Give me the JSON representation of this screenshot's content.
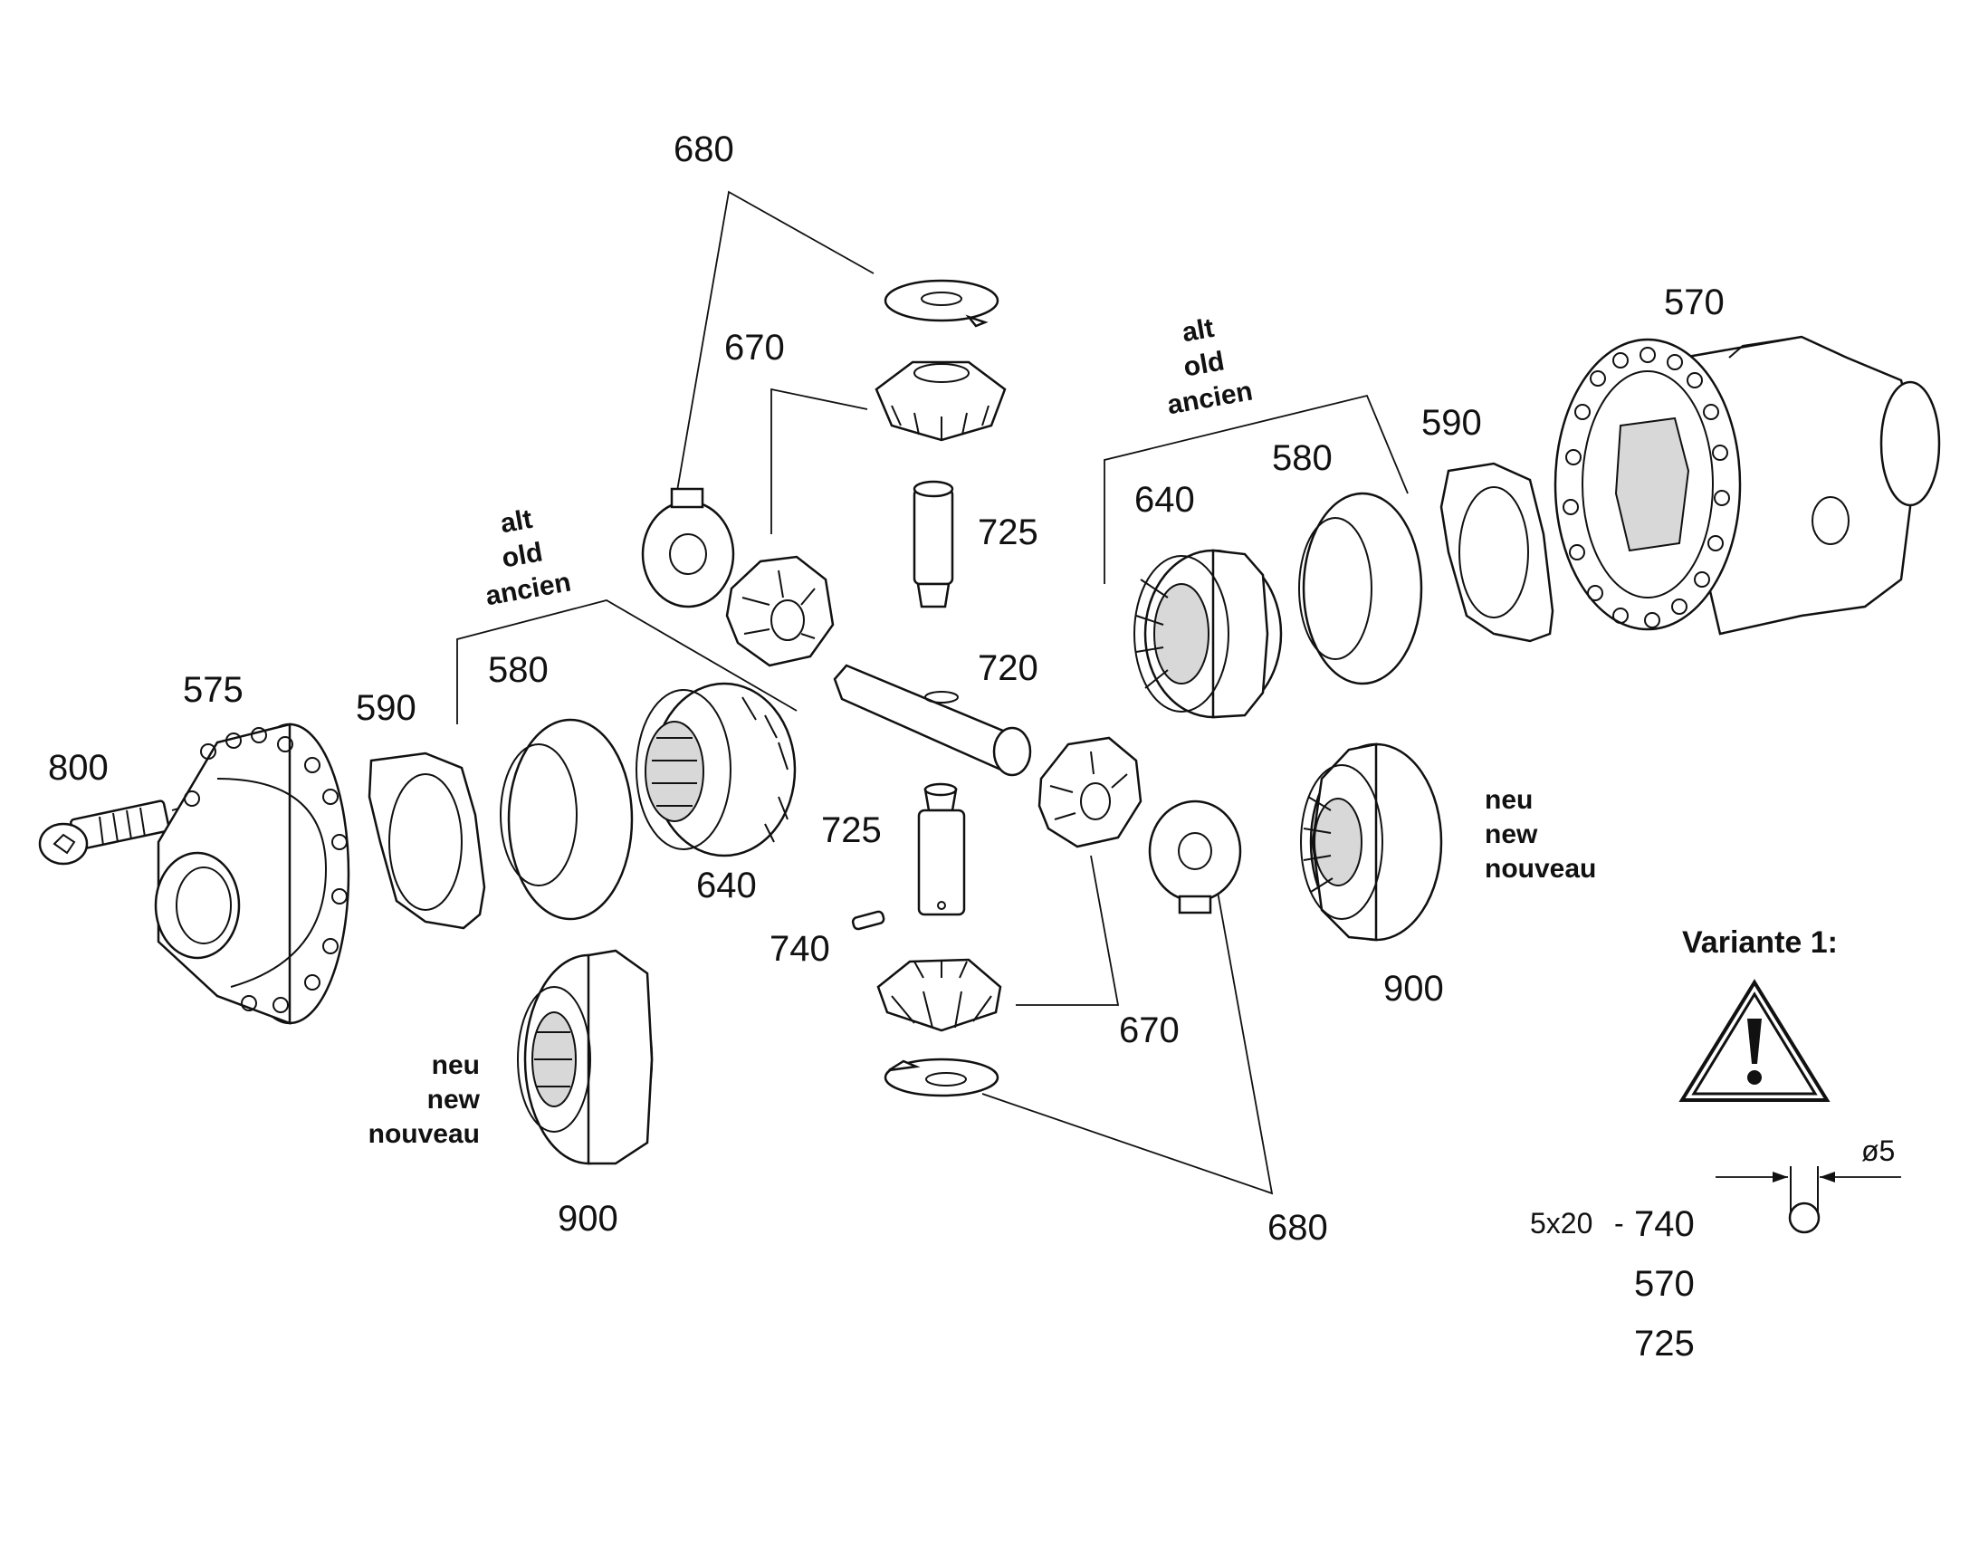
{
  "parts": {
    "p680_top": "680",
    "p670_top": "670",
    "p725_top": "725",
    "p720": "720",
    "p570_top": "570",
    "p590_right": "590",
    "p580_right": "580",
    "p640_right": "640",
    "p575": "575",
    "p800": "800",
    "p590_left": "590",
    "p580_left": "580",
    "p640_left": "640",
    "p725_bottom": "725",
    "p740": "740",
    "p670_bottom": "670",
    "p900_left": "900",
    "p900_right": "900",
    "p680_bottom": "680"
  },
  "notes": {
    "old_left": [
      "alt",
      "old",
      "ancien"
    ],
    "old_right": [
      "alt",
      "old",
      "ancien"
    ],
    "new_left": [
      "neu",
      "new",
      "nouveau"
    ],
    "new_right": [
      "neu",
      "new",
      "nouveau"
    ]
  },
  "variant": {
    "title": "Variante 1:",
    "diameter": "ø5",
    "size": "5x20",
    "dash": "-",
    "items": [
      "740",
      "570",
      "725"
    ]
  },
  "icons": {
    "warning": "warning-triangle-icon"
  }
}
